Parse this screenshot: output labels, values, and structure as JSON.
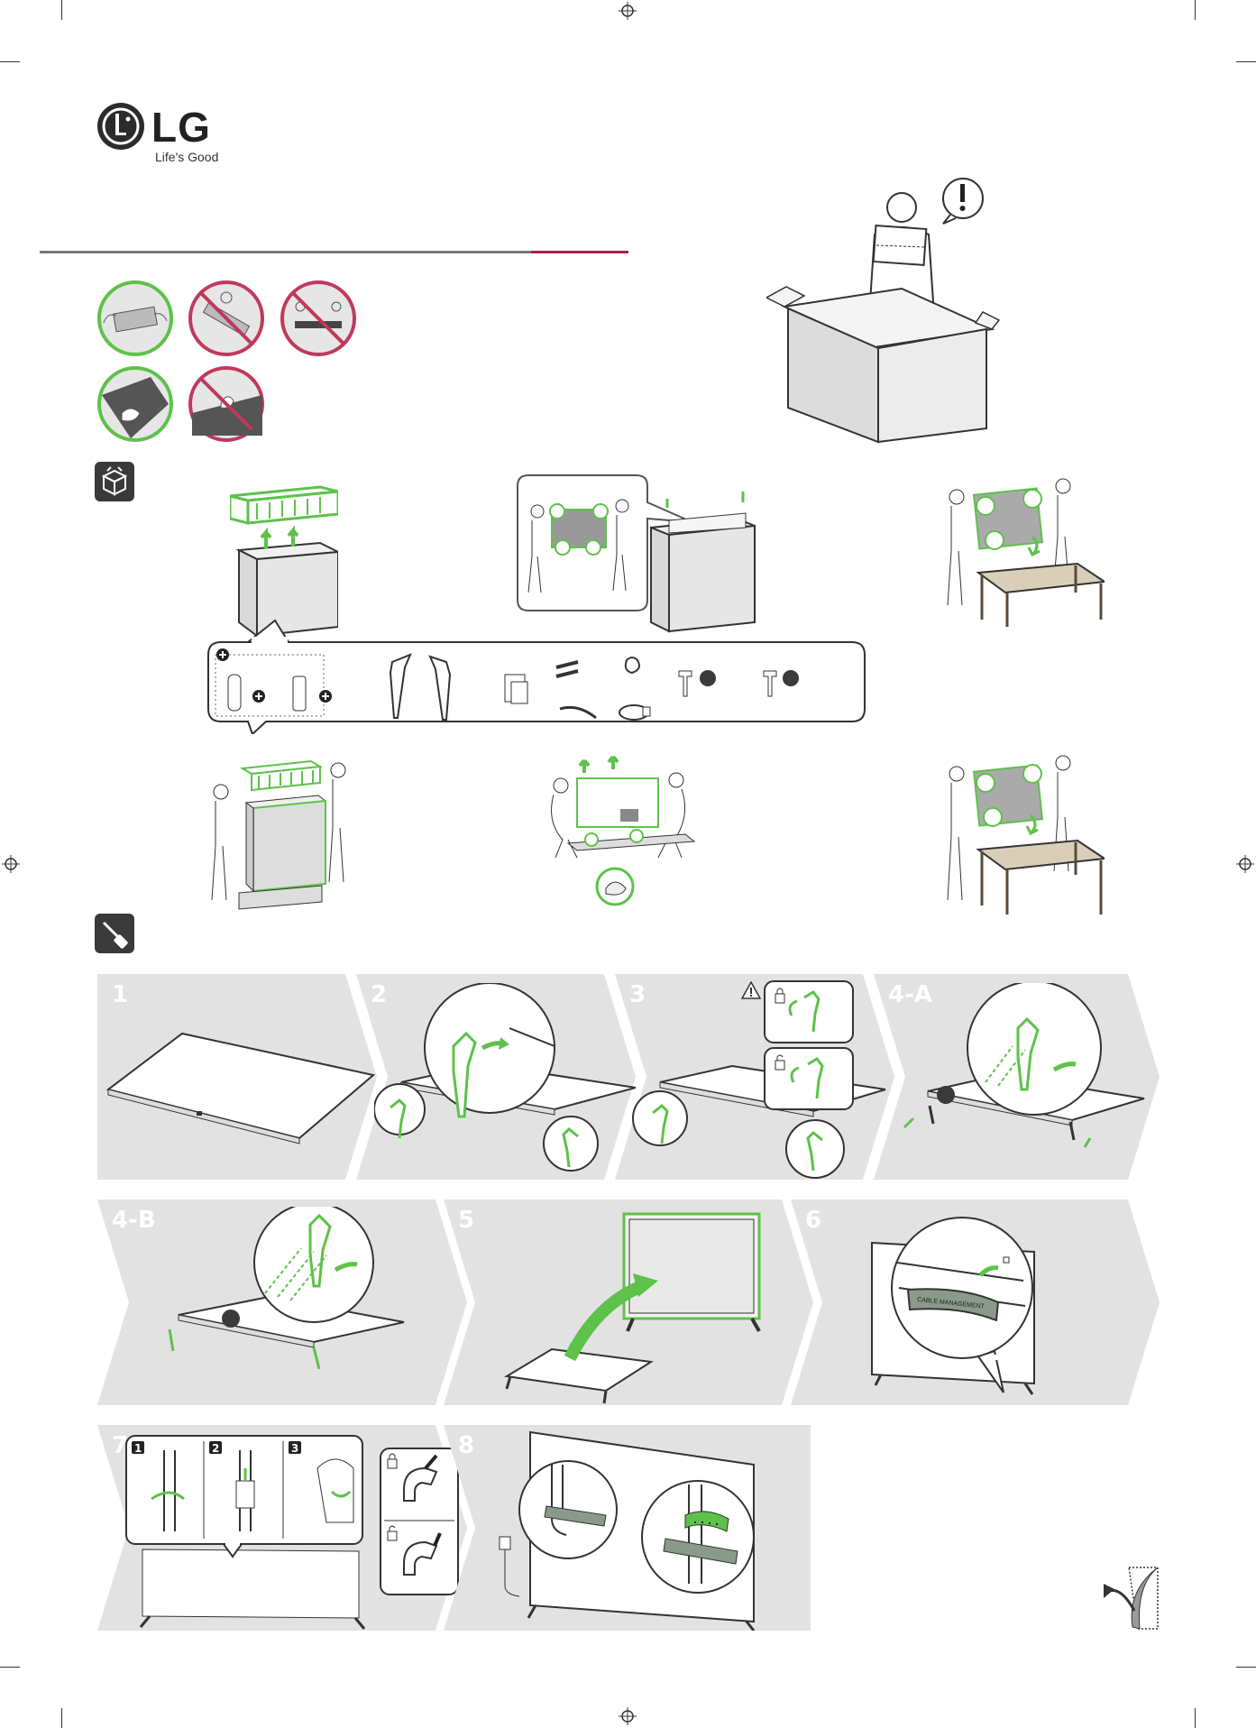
{
  "brand": {
    "name": "LG",
    "tagline": "Life's Good"
  },
  "colors": {
    "accent_green": "#5dc24a",
    "prohibit_red": "#c0395c",
    "gray_band": "#e2e2e2",
    "title_rule_red": "#a8214b"
  },
  "icons": [
    "registration-mark-icon",
    "caution-exclamation-icon",
    "unboxing-icon",
    "screwdriver-icon",
    "warning-triangle-icon",
    "lock-icon",
    "page-turn-icon"
  ],
  "steps": [
    {
      "label": "1"
    },
    {
      "label": "2"
    },
    {
      "label": "3"
    },
    {
      "label": "4-A"
    },
    {
      "label": "4-B"
    },
    {
      "label": "5"
    },
    {
      "label": "6"
    },
    {
      "label": "7"
    },
    {
      "label": "8"
    }
  ],
  "sub_steps": [
    "1",
    "2",
    "3"
  ],
  "cable_management_label": "CABLE MANAGEMENT"
}
